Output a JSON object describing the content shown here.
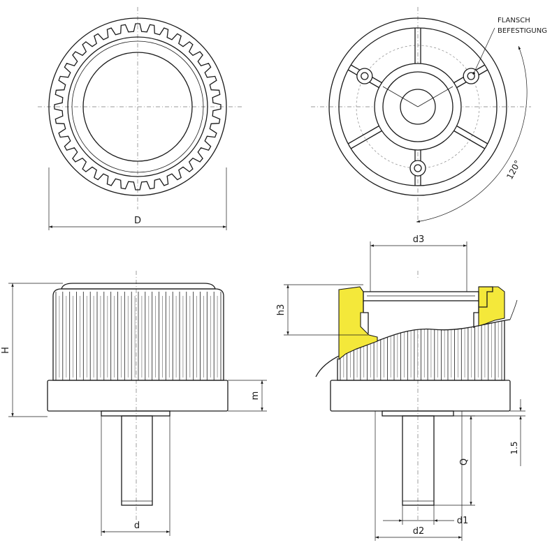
{
  "labels": {
    "flansch": "FLANSCH",
    "befestigung": "BEFESTIGUNG",
    "angle": "120°",
    "D": "D",
    "H": "H",
    "m": "m",
    "d": "d",
    "d1": "d1",
    "d2": "d2",
    "d3": "d3",
    "h3": "h3",
    "Q": "Q",
    "offset": "1.5"
  },
  "colors": {
    "line": "#1a1a1a",
    "section_highlight": "#f4e83a"
  },
  "features": {
    "knurl_teeth_count": 36,
    "fixing_holes_count": 3,
    "fixing_hole_spacing_deg": 120,
    "side_rib_count": 24
  }
}
